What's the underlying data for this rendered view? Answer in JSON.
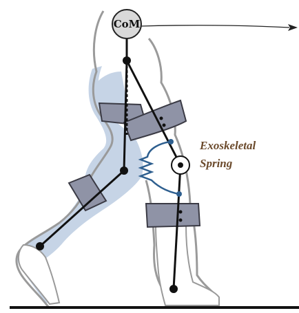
{
  "labels": {
    "com": "CoM",
    "spring_line1": "Exoskeletal",
    "spring_line2": "Spring"
  },
  "colors": {
    "outline": "#9a9a9a",
    "back_leg_fill": "#c6d4e6",
    "brace_fill": "#8f93a6",
    "brace_dark": "#646878",
    "link": "#111111",
    "spring": "#2e5f8f",
    "label_text": "#6b4a2c",
    "com_fill": "#d9d9d9",
    "ground": "#111111"
  },
  "icons": {
    "com": "circle-node",
    "knee": "hinge-joint",
    "spring": "zigzag-spring",
    "velocity": "arrow-right"
  }
}
